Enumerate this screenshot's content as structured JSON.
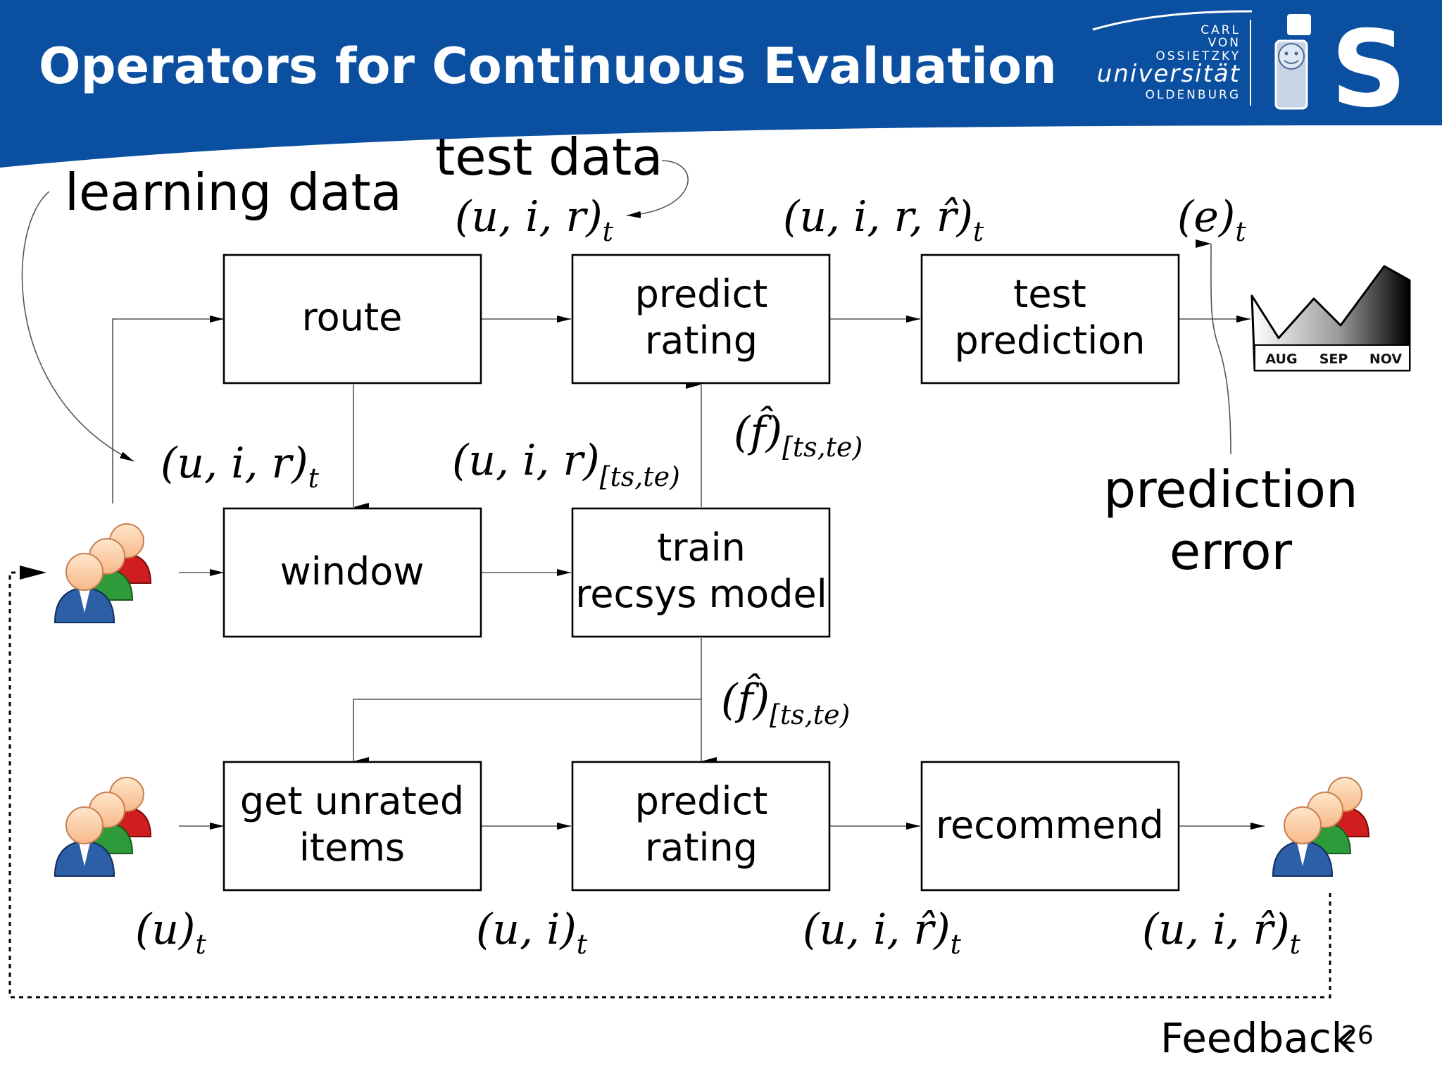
{
  "slide": {
    "title": "Operators for Continuous Evaluation",
    "page_number": "26",
    "colors": {
      "header_blue": "#0b4fa0",
      "white": "#ffffff",
      "black": "#000000"
    }
  },
  "logo": {
    "lines": [
      "CARL",
      "VON",
      "OSSIETZKY",
      "universität",
      "OLDENBURG"
    ],
    "is_mark": "iS"
  },
  "labels": {
    "learning_data": "learning data",
    "test_data": "test data",
    "prediction_error_line1": "prediction",
    "prediction_error_line2": "error",
    "feedback": "Feedback"
  },
  "boxes": {
    "route": [
      "route"
    ],
    "predict_rating_top": [
      "predict",
      "rating"
    ],
    "test_prediction": [
      "test",
      "prediction"
    ],
    "window": [
      "window"
    ],
    "train_model": [
      "train",
      "recsys model"
    ],
    "get_unrated": [
      "get unrated",
      "items"
    ],
    "predict_rating_bottom": [
      "predict",
      "rating"
    ],
    "recommend": [
      "recommend"
    ]
  },
  "math_labels": {
    "test_tuple": {
      "main": "(u, i, r)",
      "sub": "t"
    },
    "predicted_tuple": {
      "main": "(u, i, r, r̂)",
      "sub": "t"
    },
    "error_tuple": {
      "main": "(e)",
      "sub": "t"
    },
    "learning_tuple": {
      "main": "(u, i, r)",
      "sub": "t"
    },
    "window_tuple": {
      "main": "(u, i, r)",
      "sub": "[ts,te)"
    },
    "model_up": {
      "main": "(f̂)",
      "sub": "[ts,te)"
    },
    "model_down": {
      "main": "(f̂)",
      "sub": "[ts,te)"
    },
    "user_tuple": {
      "main": "(u)",
      "sub": "t"
    },
    "user_item_tuple": {
      "main": "(u, i)",
      "sub": "t"
    },
    "rated_tuple_1": {
      "main": "(u, i, r̂)",
      "sub": "t"
    },
    "rated_tuple_2": {
      "main": "(u, i, r̂)",
      "sub": "t"
    }
  },
  "error_chart": {
    "months": [
      "AUG",
      "SEP",
      "NOV"
    ]
  }
}
